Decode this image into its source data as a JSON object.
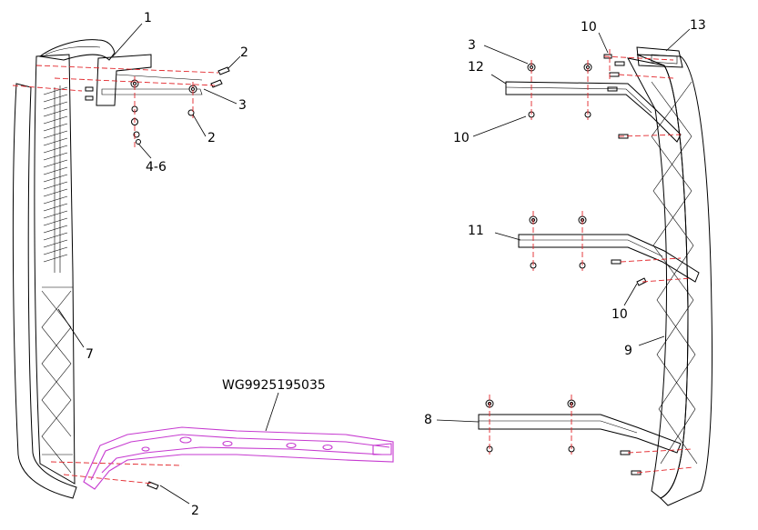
{
  "labels": {
    "l1": "1",
    "l2a": "2",
    "l3a": "3",
    "l2b": "2",
    "l46": "4-6",
    "l7": "7",
    "lpart": "WG9925195035",
    "l2c": "2",
    "l3b": "3",
    "l12": "12",
    "l10a": "10",
    "l13": "13",
    "l10b": "10",
    "l11": "11",
    "l10c": "10",
    "l9": "9",
    "l8": "8"
  },
  "colors": {
    "line": "#000000",
    "axis_dash": "#e2262b",
    "highlight": "#c63ad0"
  }
}
